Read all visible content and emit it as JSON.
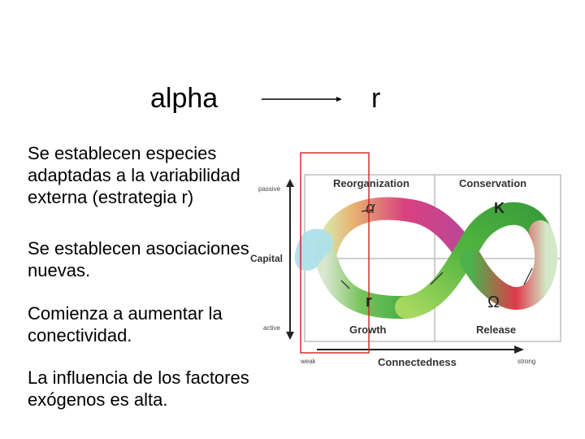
{
  "header": {
    "left_label": "alpha",
    "right_label": "r"
  },
  "bullets": [
    "Se establecen especies adaptadas a la variabilidad externa (estrategia r)",
    "Se establecen asociaciones nuevas.",
    "Comienza a aumentar la conectividad.",
    "La influencia de los factores exógenos es alta."
  ],
  "diagram": {
    "quadrants": {
      "top_left": "Reorganization",
      "top_right": "Conservation",
      "bottom_left": "Growth",
      "bottom_right": "Release"
    },
    "phase_symbols": {
      "alpha": "α",
      "k": "K",
      "r": "r",
      "omega": "Ω"
    },
    "y_axis": {
      "label": "Capital",
      "top": "passive",
      "bottom": "active"
    },
    "x_axis": {
      "label": "Connectedness",
      "left": "weak",
      "right": "strong"
    },
    "colors": {
      "alpha": "#e04060",
      "k": "#44aa44",
      "r": "#44aa44",
      "omega": "#dd2244",
      "highlight_box": "#cc2222"
    }
  }
}
